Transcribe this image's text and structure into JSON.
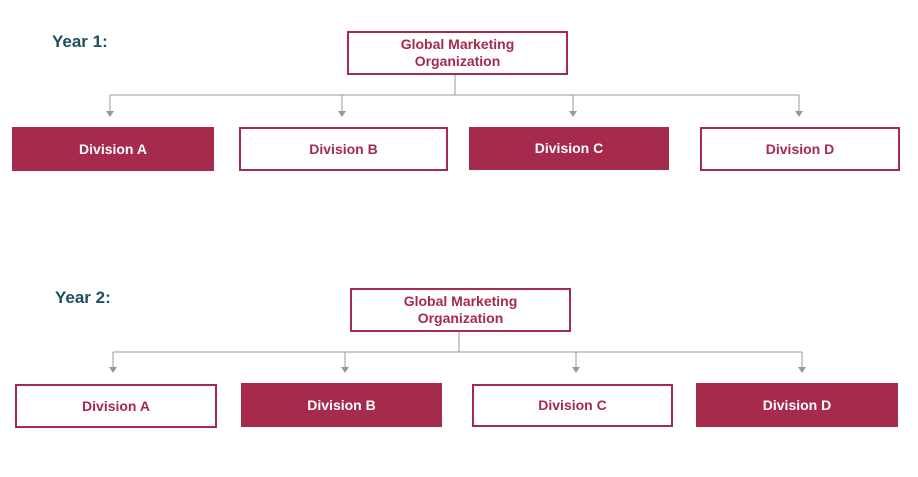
{
  "diagrams": [
    {
      "year_label": "Year 1:",
      "root": {
        "line1": "Global Marketing",
        "line2": "Organization"
      },
      "divisions": [
        {
          "label": "Division A",
          "filled": true
        },
        {
          "label": "Division B",
          "filled": false
        },
        {
          "label": "Division C",
          "filled": true
        },
        {
          "label": "Division D",
          "filled": false
        }
      ]
    },
    {
      "year_label": "Year 2:",
      "root": {
        "line1": "Global Marketing",
        "line2": "Organization"
      },
      "divisions": [
        {
          "label": "Division A",
          "filled": false
        },
        {
          "label": "Division B",
          "filled": true
        },
        {
          "label": "Division C",
          "filled": false
        },
        {
          "label": "Division D",
          "filled": true
        }
      ]
    }
  ],
  "colors": {
    "accent": "#a62a4c",
    "year_label": "#1f4e5f",
    "connector": "#999999"
  }
}
